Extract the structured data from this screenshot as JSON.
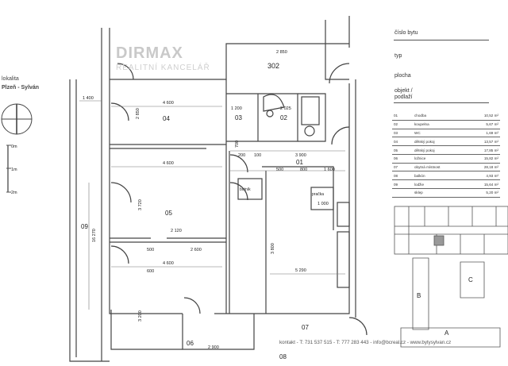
{
  "location": {
    "label": "lokalita",
    "value": "Plzeň - Sylván"
  },
  "scale": {
    "marks": [
      "0m",
      "1m",
      "2m"
    ]
  },
  "watermark": {
    "brand": "DIRMAX",
    "subtitle": "REALITNÍ KANCELÁŘ"
  },
  "header_fields": [
    "číslo bytu",
    "typ",
    "plocha",
    "objekt / podlaží"
  ],
  "rooms": [
    {
      "no": "01",
      "name": "chodba",
      "area": "10,52 m²"
    },
    {
      "no": "02",
      "name": "koupelna",
      "area": "5,67 m²"
    },
    {
      "no": "03",
      "name": "WC",
      "area": "1,69 m²"
    },
    {
      "no": "04",
      "name": "dětský pokoj",
      "area": "13,57 m²"
    },
    {
      "no": "05",
      "name": "dětský pokoj",
      "area": "17,85 m²"
    },
    {
      "no": "06",
      "name": "ložnice",
      "area": "15,82 m²"
    },
    {
      "no": "07",
      "name": "obytná místnost",
      "area": "28,18 m²"
    },
    {
      "no": "08",
      "name": "balkón",
      "area": "4,93 m²"
    },
    {
      "no": "09",
      "name": "lodžie",
      "area": "15,64 m²"
    },
    {
      "no": "",
      "name": "sklep",
      "area": "5,20 m²"
    }
  ],
  "plan_labels": {
    "unit": "302",
    "r01": "01",
    "r02": "02",
    "r03": "03",
    "r04": "04",
    "r05": "05",
    "r06": "06",
    "r07": "07",
    "r08": "08",
    "r09": "09"
  },
  "dimensions": {
    "d1400": "1 400",
    "d4600a": "4 600",
    "d4600b": "4 600",
    "d4600c": "4 600",
    "d2850": "2 850",
    "d3720": "3 720",
    "d16270": "16 270",
    "d2120": "2 120",
    "d2600": "2 600",
    "d3900": "3 900",
    "d200": "200",
    "d100": "100",
    "d1600": "1 600",
    "d500": "500",
    "d800": "800",
    "d1000": "1 000",
    "d2025": "2 025",
    "d1200": "1 200",
    "d700": "700",
    "d5290": "5 290",
    "d3800": "3 800",
    "d2900": "2 900",
    "d3200": "3 200",
    "d600": "600"
  },
  "fixtures": {
    "shoe": "botník",
    "washer": "pračka"
  },
  "site_plan": {
    "blocks": [
      "A",
      "B",
      "C"
    ]
  },
  "contact": "kontakt  -  T: 731 537 515  -  T: 777 283 443  -  info@bcreal.cz  -  www.bytysylvan.cz"
}
